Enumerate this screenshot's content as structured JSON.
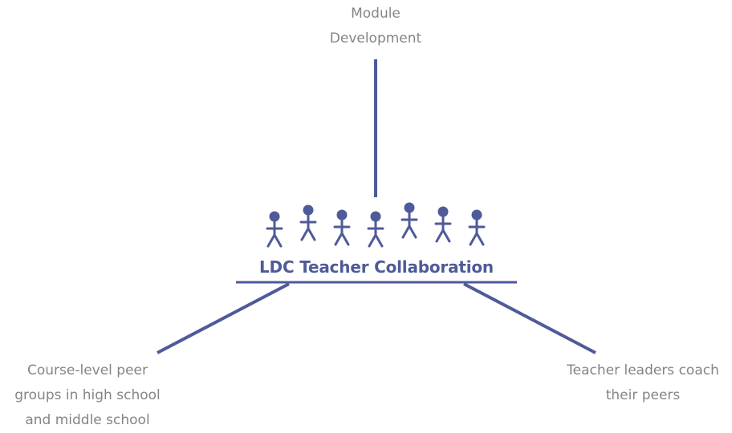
{
  "diagram": {
    "top_node": {
      "lines": [
        "Module",
        "Development"
      ]
    },
    "center": {
      "title": "LDC Teacher Collaboration",
      "people_count": 7
    },
    "left_node": {
      "lines": [
        "Course-level peer",
        "groups in high school",
        "and middle school"
      ]
    },
    "right_node": {
      "lines": [
        "Teacher leaders coach",
        "their peers"
      ]
    },
    "colors": {
      "accent": "#4f5a99",
      "text": "#858585",
      "background": "#ffffff"
    }
  }
}
